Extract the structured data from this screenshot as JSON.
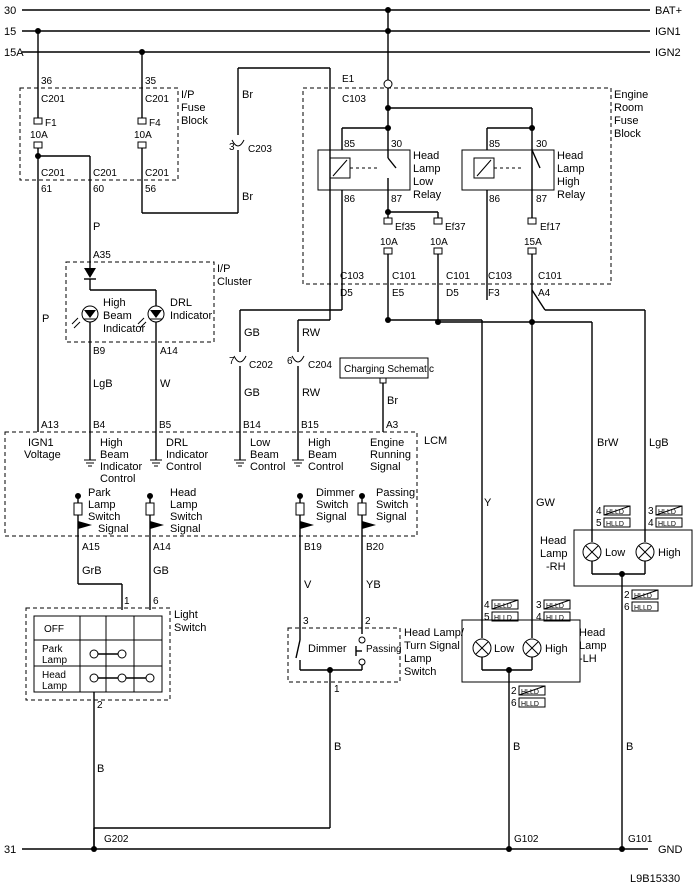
{
  "rails": {
    "bat": "BAT+",
    "ign1": "IGN1",
    "ign2": "IGN2",
    "gnd": "GND",
    "n30": "30",
    "n15": "15",
    "n15a": "15A",
    "n31": "31"
  },
  "fuse_block": {
    "title1": "I/P",
    "title2": "Fuse",
    "title3": "Block",
    "f1": {
      "name": "F1",
      "rating": "10A",
      "pin_in": "36",
      "conn_in": "C201",
      "pin_out": "61",
      "conn_out": "C201"
    },
    "f4": {
      "name": "F4",
      "rating": "10A",
      "pin_in": "35",
      "conn_in": "C201",
      "pin_out": "56",
      "conn_out": "C201"
    },
    "p60": "60",
    "c201": "C201"
  },
  "engine_box": {
    "title1": "Engine",
    "title2": "Room",
    "title3": "Fuse",
    "title4": "Block",
    "e1": "E1",
    "c103_top": "C103",
    "low_relay": {
      "l1": "Head",
      "l2": "Lamp",
      "l3": "Low",
      "l4": "Relay",
      "p85": "85",
      "p30": "30",
      "p86": "86",
      "p87": "87"
    },
    "high_relay": {
      "l1": "Head",
      "l2": "Lamp",
      "l3": "High",
      "l4": "Relay",
      "p85": "85",
      "p30": "30",
      "p86": "86",
      "p87": "87"
    },
    "ef35": {
      "name": "Ef35",
      "rating": "10A"
    },
    "ef37": {
      "name": "Ef37",
      "rating": "10A"
    },
    "ef17": {
      "name": "Ef17",
      "rating": "15A"
    },
    "conns": [
      {
        "conn": "C103",
        "pin": "D5"
      },
      {
        "conn": "C101",
        "pin": "E5"
      },
      {
        "conn": "C101",
        "pin": "D5"
      },
      {
        "conn": "C103",
        "pin": "F3"
      },
      {
        "conn": "C101",
        "pin": "A4"
      }
    ]
  },
  "cluster": {
    "title1": "I/P",
    "title2": "Cluster",
    "a35": "A35",
    "hb1": "High",
    "hb2": "Beam",
    "hb3": "Indicator",
    "drl1": "DRL",
    "drl2": "Indicator",
    "b9": "B9",
    "a14": "A14"
  },
  "wires": {
    "br": "Br",
    "p": "P",
    "lgb": "LgB",
    "w": "W",
    "gb": "GB",
    "rw": "RW",
    "y": "Y",
    "gw": "GW",
    "brw": "BrW",
    "grb": "GrB",
    "v": "V",
    "yb": "YB",
    "b": "B"
  },
  "splices": {
    "c203_pin": "3",
    "c203": "C203",
    "c202_pin": "7",
    "c202": "C202",
    "c204_pin": "6",
    "c204": "C204"
  },
  "charging": "Charging Schematic",
  "lcm": {
    "title": "LCM",
    "pins": {
      "a13": "A13",
      "b4": "B4",
      "b5": "B5",
      "b14": "B14",
      "b15": "B15",
      "a3": "A3",
      "a15": "A15",
      "a14": "A14",
      "b19": "B19",
      "b20": "B20"
    },
    "ign1": [
      "IGN1",
      "Voltage"
    ],
    "hbi": [
      "High",
      "Beam",
      "Indicator",
      "Control"
    ],
    "drl": [
      "DRL",
      "Indicator",
      "Control"
    ],
    "lbc": [
      "Low",
      "Beam",
      "Control"
    ],
    "hbc": [
      "High",
      "Beam",
      "Control"
    ],
    "ers": [
      "Engine",
      "Running",
      "Signal"
    ],
    "park": [
      "Park",
      "Lamp",
      "Switch",
      "Signal"
    ],
    "head": [
      "Head",
      "Lamp",
      "Switch",
      "Signal"
    ],
    "dim": [
      "Dimmer",
      "Switch",
      "Signal"
    ],
    "pass": [
      "Passing",
      "Switch",
      "Signal"
    ]
  },
  "light_switch": {
    "title1": "Light",
    "title2": "Switch",
    "off": "OFF",
    "park1": "Park",
    "park2": "Lamp",
    "head1": "Head",
    "head2": "Lamp",
    "p1": "1",
    "p6": "6",
    "p2": "2"
  },
  "turn_switch": {
    "title1": "Head Lamp/",
    "title2": "Turn Signal",
    "title3": "Lamp",
    "title4": "Switch",
    "dimmer": "Dimmer",
    "passing": "Passing",
    "p3": "3",
    "p2": "2",
    "p1": "1"
  },
  "lamp_rh": {
    "title1": "Head",
    "title2": "Lamp",
    "title3": "-RH",
    "low": "Low",
    "high": "High",
    "p4": "4",
    "p5": "5",
    "p3": "3",
    "p4b": "4",
    "p2": "2",
    "p6": "6",
    "tag": "HLLD"
  },
  "lamp_lh": {
    "title1": "Head",
    "title2": "Lamp",
    "title3": "-LH",
    "low": "Low",
    "high": "High",
    "p4": "4",
    "p5": "5",
    "p3": "3",
    "p4b": "4",
    "p2": "2",
    "p6": "6",
    "tag": "HLLD"
  },
  "grounds": {
    "g202": "G202",
    "g102": "G102",
    "g101": "G101"
  },
  "figure_id": "L9B15330"
}
